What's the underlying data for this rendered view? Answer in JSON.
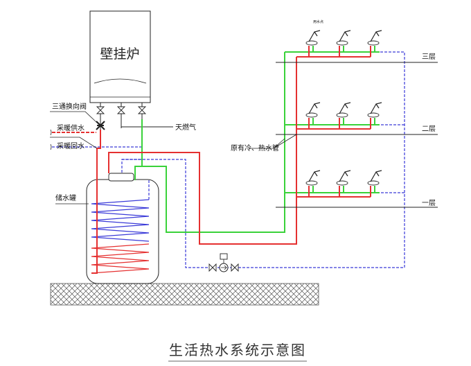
{
  "title": "生活热水系统示意图",
  "boiler": {
    "label": "壁挂炉"
  },
  "labels": {
    "three_way_valve": "三通换向阀",
    "heating_supply": "采暖供水",
    "heating_return": "采暖回水",
    "gas": "天燃气",
    "storage_tank": "储水罐",
    "pipes": "原有冷、热水管"
  },
  "floors": [
    {
      "label": "三层"
    },
    {
      "label": "二层"
    },
    {
      "label": "一层"
    }
  ],
  "faucet_label": "用水点",
  "colors": {
    "hot_water": "#e53030",
    "cold_water": "#39d239",
    "heating_loop": "#3a3ad8",
    "ground_hatch": "#555555"
  }
}
